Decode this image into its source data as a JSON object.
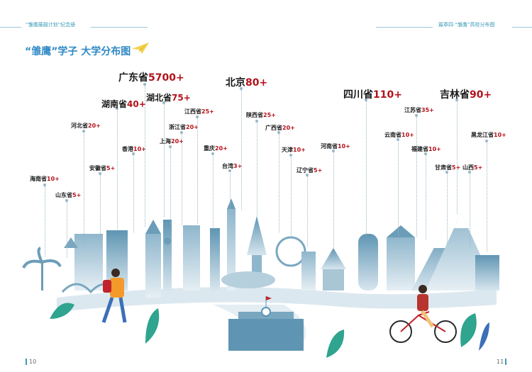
{
  "header": {
    "left_text": "“雏鹰展翅计划”纪念册",
    "right_text": "篇章四·“雏鹰”高校分布图"
  },
  "title": "“雏鹰”学子 大学分布图",
  "provinces": [
    {
      "name": "海南省",
      "count": "10+"
    },
    {
      "name": "山东省",
      "count": "5+"
    },
    {
      "name": "河北省",
      "count": "20+"
    },
    {
      "name": "安徽省",
      "count": "5+"
    },
    {
      "name": "湖南省",
      "count": "40+"
    },
    {
      "name": "香港",
      "count": "10+"
    },
    {
      "name": "广东省",
      "count": "5700+"
    },
    {
      "name": "湖北省",
      "count": "75+"
    },
    {
      "name": "上海",
      "count": "20+"
    },
    {
      "name": "浙江省",
      "count": "20+"
    },
    {
      "name": "江西省",
      "count": "25+"
    },
    {
      "name": "重庆",
      "count": "20+"
    },
    {
      "name": "台湾",
      "count": "3+"
    },
    {
      "name": "北京",
      "count": "80+"
    },
    {
      "name": "陕西省",
      "count": "25+"
    },
    {
      "name": "广西省",
      "count": "20+"
    },
    {
      "name": "天津",
      "count": "10+"
    },
    {
      "name": "辽宁省",
      "count": "5+"
    },
    {
      "name": "河南省",
      "count": "10+"
    },
    {
      "name": "四川省",
      "count": "110+"
    },
    {
      "name": "云南省",
      "count": "10+"
    },
    {
      "name": "江苏省",
      "count": "35+"
    },
    {
      "name": "福建省",
      "count": "10+"
    },
    {
      "name": "吉林省",
      "count": "90+"
    },
    {
      "name": "甘肃省",
      "count": "5+"
    },
    {
      "name": "山西",
      "count": "5+"
    },
    {
      "name": "黑龙江省",
      "count": "10+"
    }
  ],
  "footer": {
    "left_page": "10",
    "right_page": "11"
  },
  "colors": {
    "accent": "#2f88c5",
    "count": "#b3121b",
    "skyline": "#6fa3bd"
  }
}
